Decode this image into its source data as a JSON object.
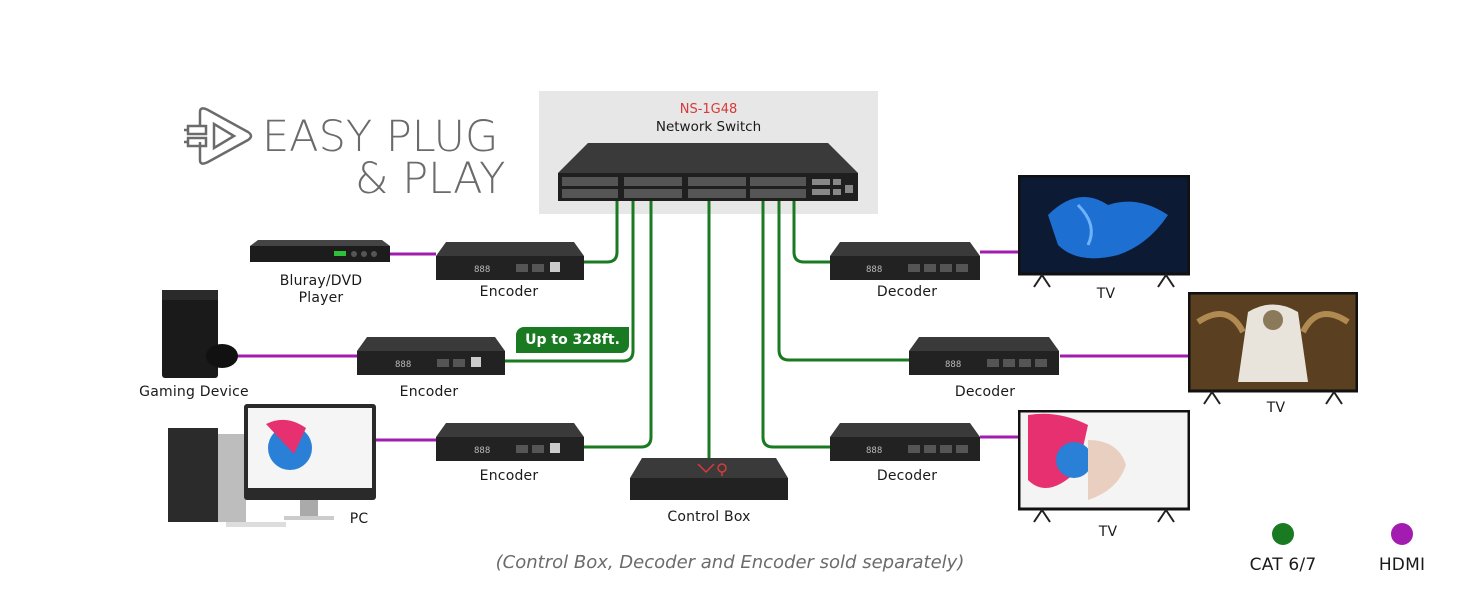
{
  "brand": {
    "line1": "EASY PLUG",
    "line2": "& PLAY",
    "icon": "plug-play-icon"
  },
  "switch": {
    "model": "NS-1G48",
    "name": "Network Switch"
  },
  "sources": [
    {
      "label_line1": "Bluray/DVD",
      "label_line2": "Player",
      "icon": "bluray-player-icon"
    },
    {
      "label_line1": "Gaming Device",
      "label_line2": "",
      "icon": "game-console-icon"
    },
    {
      "label_line1": "PC",
      "label_line2": "",
      "icon": "pc-icon"
    }
  ],
  "encoders": [
    {
      "label": "Encoder"
    },
    {
      "label": "Encoder"
    },
    {
      "label": "Encoder"
    }
  ],
  "decoders": [
    {
      "label": "Decoder"
    },
    {
      "label": "Decoder"
    },
    {
      "label": "Decoder"
    }
  ],
  "displays": [
    {
      "label": "TV"
    },
    {
      "label": "TV"
    },
    {
      "label": "TV"
    }
  ],
  "control_box": {
    "label": "Control Box"
  },
  "distance_badge": "Up to 328ft.",
  "footnote": "(Control Box, Decoder and Encoder sold separately)",
  "legend": [
    {
      "label": "CAT 6/7",
      "color": "#1a7a22"
    },
    {
      "label": "HDMI",
      "color": "#a21caf"
    }
  ],
  "colors": {
    "cat": "#1a7a22",
    "hdmi": "#a21caf",
    "model_red": "#d63a3a",
    "brand_gray": "#6b6b6b"
  }
}
